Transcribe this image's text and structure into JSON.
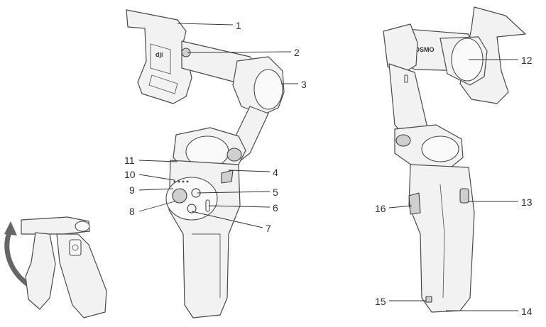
{
  "callouts": {
    "c1": "1",
    "c2": "2",
    "c3": "3",
    "c4": "4",
    "c5": "5",
    "c6": "6",
    "c7": "7",
    "c8": "8",
    "c9": "9",
    "c10": "10",
    "c11": "11",
    "c12": "12",
    "c13": "13",
    "c14": "14",
    "c15": "15",
    "c16": "16"
  },
  "logo_text": "OSMO",
  "colors": {
    "line": "#4a4a4a",
    "fill": "#f2f2f2",
    "arrow": "#666666"
  }
}
